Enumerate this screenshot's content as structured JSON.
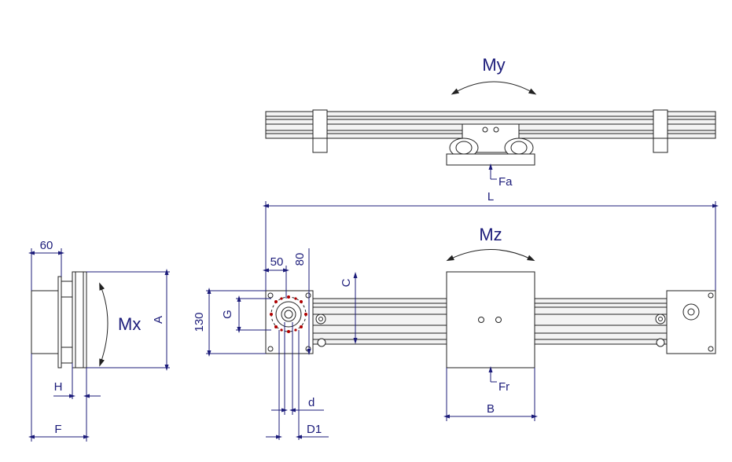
{
  "labels": {
    "my": "My",
    "mz": "Mz",
    "mx": "Mx",
    "fa": "Fa",
    "fr": "Fr",
    "L": "L",
    "dim60": "60",
    "dim50": "50",
    "dim80": "80",
    "dim130": "130",
    "G": "G",
    "C": "C",
    "A": "A",
    "B": "B",
    "H": "H",
    "F": "F",
    "d": "d",
    "D1": "D1"
  },
  "colors": {
    "dimension": "#1c1c7a",
    "outline": "#222222",
    "hole_marks": "#b00000"
  }
}
